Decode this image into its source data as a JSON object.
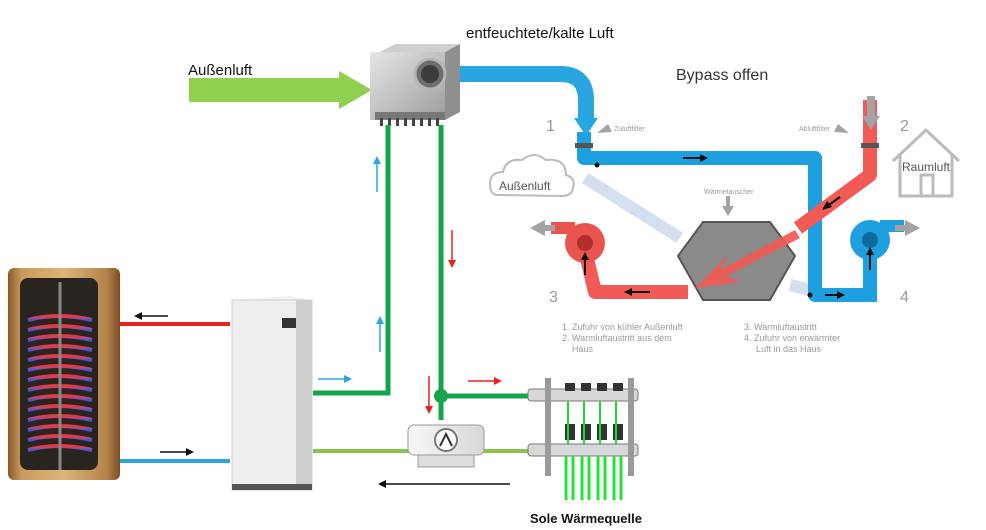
{
  "labels": {
    "outside_air": "Außenluft",
    "dehumidified_air": "entfeuchtete/kalte Luft",
    "bypass_title": "Bypass offen",
    "brine_source": "Sole Wärmequelle"
  },
  "bypass": {
    "num1": "1",
    "num2": "2",
    "num3": "3",
    "num4": "4",
    "supply_filter": "Zuluftfilter",
    "exhaust_filter": "Abluftfilter",
    "heat_exchanger": "Wärmetauscher",
    "outside_cloud": "Außenluft",
    "room_air": "Raumluft",
    "legend_left": [
      "1. Zufuhr von kühler Außenluft",
      "2. Warmluftaustritt aus dem",
      "Haus"
    ],
    "legend_right": [
      "3. Warmluftaustritt",
      "4. Zufuhr von erwärmter",
      "Luft in das Haus"
    ]
  },
  "colors": {
    "green_pipe": "#15a44a",
    "light_green_pipe": "#8bc34a",
    "red_pipe": "#e8221e",
    "blue_pipe": "#29a6e0",
    "bypass_blue": "#1ea0e0",
    "bypass_red": "#f15a55",
    "big_arrow_green": "#8fd14f",
    "grey": "#a3a3a3"
  }
}
